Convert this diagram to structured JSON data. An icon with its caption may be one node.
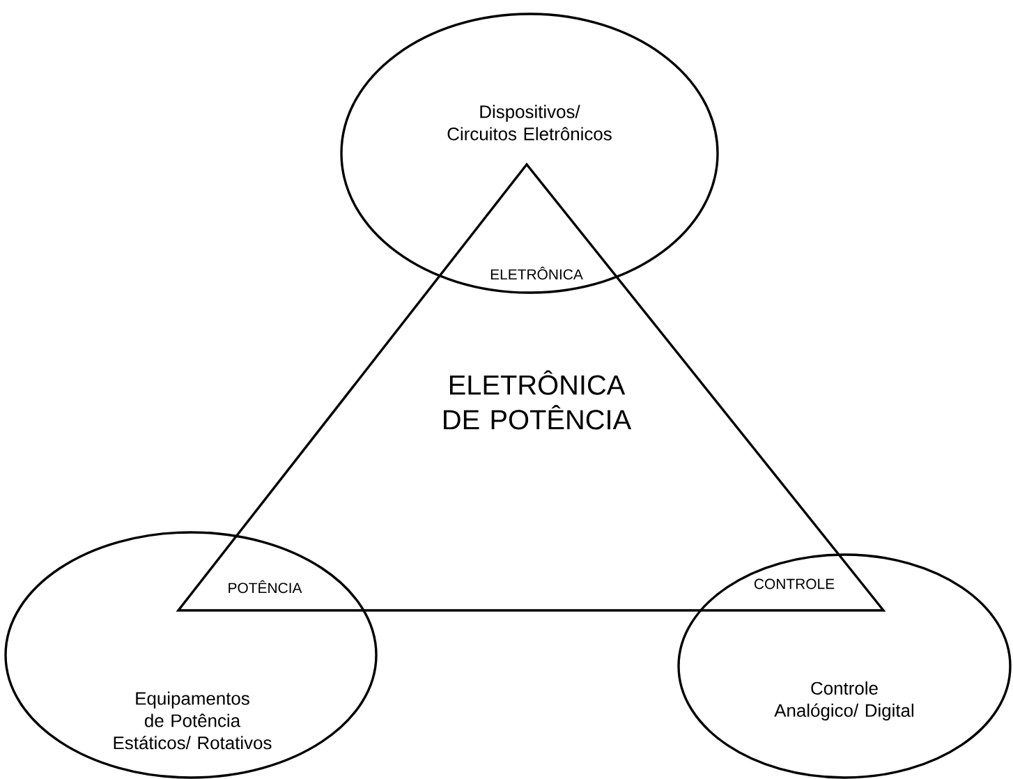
{
  "diagram": {
    "nodes": [
      {
        "text": [
          "Dispositivos/ Circuitos Eletrônicos"
        ]
      },
      {
        "text": [
          "ELETRÔNICA DE POTÊNCIA"
        ]
      },
      {
        "text": [
          "Equipamentos de Potência Estáticos/ Rotativos"
        ]
      },
      {
        "text": [
          "Controle Analógico/ Digital"
        ]
      }
    ],
    "labels": [
      "ELETRÔNICA",
      "POTÊNCIA",
      "CONTROLE"
    ]
  }
}
